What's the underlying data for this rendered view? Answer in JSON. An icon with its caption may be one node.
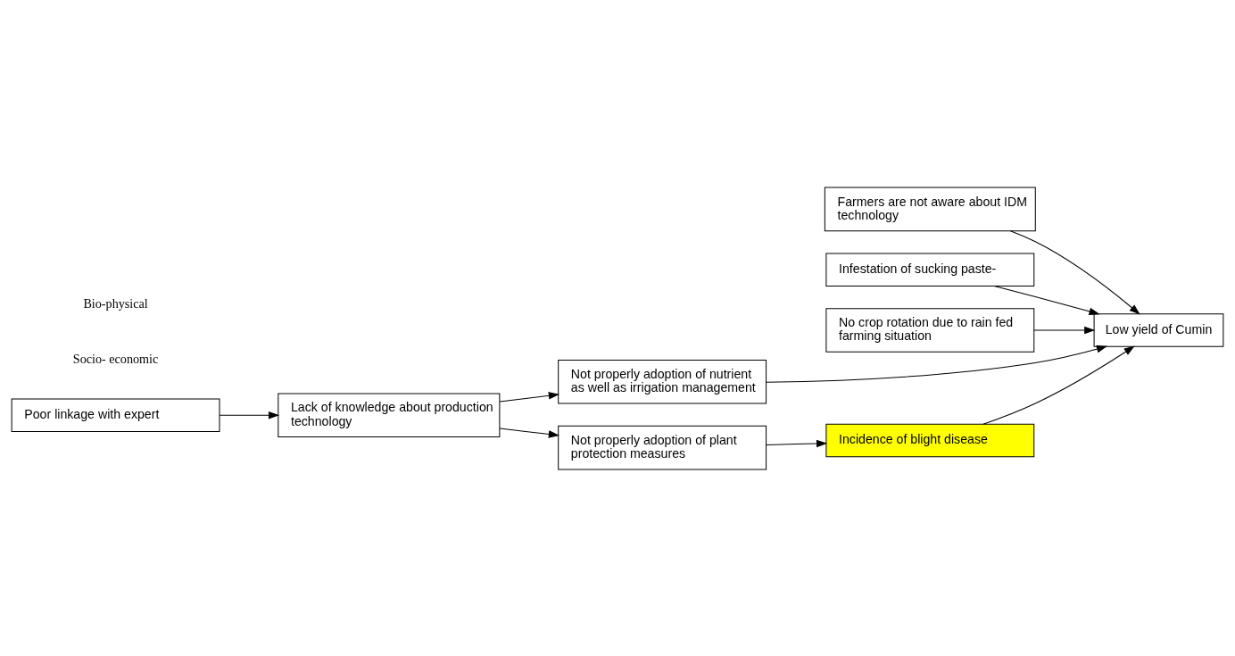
{
  "diagram": {
    "nodes": [
      {
        "text": [
          "Lack of knowledge about production technology"
        ]
      },
      {
        "text": [
          "Poor linkage with expert"
        ]
      },
      {
        "text": [
          "Farmers are not aware about IDM technology"
        ]
      },
      {
        "text": [
          "Low yield of Cumin"
        ]
      },
      {
        "text": [
          "Not properly adoption of nutrient as well as irrigation management"
        ]
      },
      {
        "text": [
          "Not properly adoption of plant protection measures"
        ]
      },
      {
        "text": [
          "Incidence of blight disease"
        ]
      },
      {
        "text": [
          "Infestation of sucking paste-"
        ]
      },
      {
        "text": [
          "No crop rotation due to rain fed farming situation"
        ]
      }
    ],
    "edges": [
      {
        "from": 0,
        "to": 4,
        "arrow": "to"
      },
      {
        "from": 0,
        "to": 5,
        "arrow": "to"
      },
      {
        "from": 1,
        "to": 0,
        "arrow": "to"
      },
      {
        "from": 2,
        "to": 3,
        "arrow": "to"
      },
      {
        "from": 4,
        "to": 3,
        "arrow": "to"
      },
      {
        "from": 5,
        "to": 6,
        "arrow": "to"
      },
      {
        "from": 6,
        "to": 3,
        "arrow": "to"
      },
      {
        "from": 7,
        "to": 3,
        "arrow": "to"
      },
      {
        "from": 8,
        "to": 3,
        "arrow": "to"
      }
    ],
    "labels": [
      "Socio- economic",
      "Bio-physical"
    ]
  }
}
